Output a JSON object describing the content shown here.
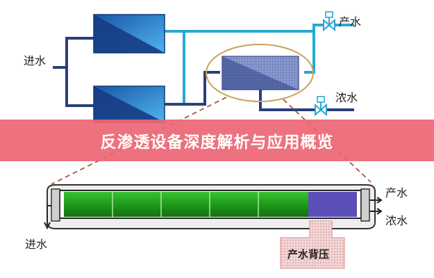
{
  "top_diagram": {
    "inlet_label": "进水",
    "product_label": "产水",
    "concentrate_label": "浓水"
  },
  "banner": {
    "title": "反渗透设备深度解析与应用概览"
  },
  "bottom_diagram": {
    "inlet_label": "进水",
    "product_label": "产水",
    "concentrate_label": "浓水",
    "callout_label": "产水背压"
  },
  "colors": {
    "pipe": "#2aa7d6",
    "pipe_dark": "#2a3f7a",
    "membrane_green": "#1f9a1a",
    "back_pressure_purple": "#5b4fb8",
    "banner": "#ec6674",
    "highlight_ellipse": "#c9a25a",
    "dashed_line": "#b0533a"
  }
}
